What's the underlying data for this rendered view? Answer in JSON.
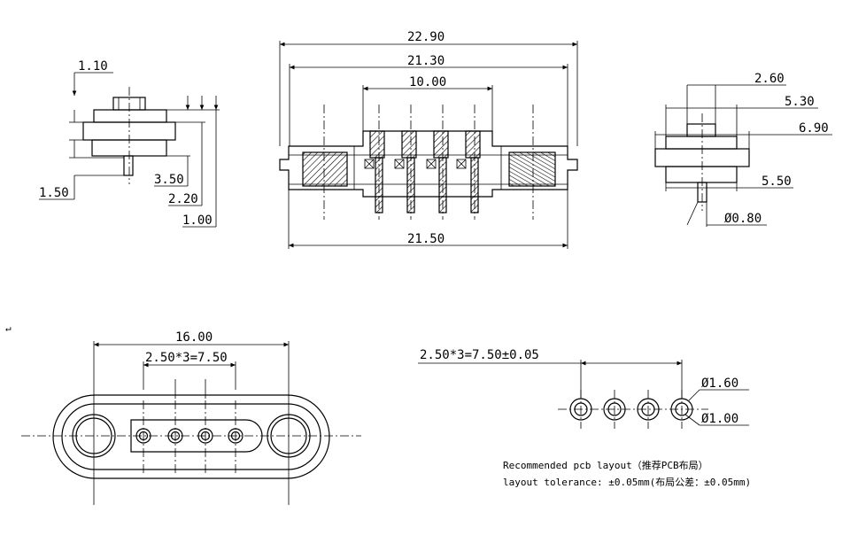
{
  "side_view_left": {
    "dims": [
      "1.10",
      "1.50",
      "3.50",
      "2.20",
      "1.00"
    ]
  },
  "front_section": {
    "dims": [
      "22.90",
      "21.30",
      "10.00",
      "21.50"
    ]
  },
  "side_view_right": {
    "dims": [
      "2.60",
      "5.30",
      "6.90",
      "5.50",
      "Ø0.80"
    ]
  },
  "bottom_view": {
    "dims": [
      "16.00",
      "2.50*3=7.50"
    ]
  },
  "pcb_layout": {
    "pitch": "2.50*3=7.50±0.05",
    "outer_diameter": "Ø1.60",
    "inner_diameter": "Ø1.00",
    "note_line1": "Recommended pcb layout（推荐PCB布局）",
    "note_line2": "layout tolerance: ±0.05mm(布局公差：±0.05mm)"
  },
  "stray_mark": "↵"
}
